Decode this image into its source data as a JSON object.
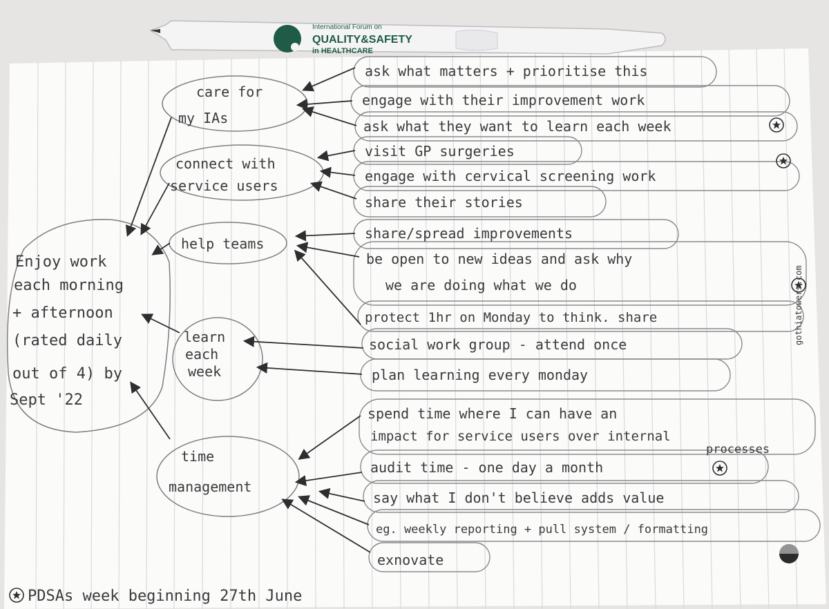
{
  "pen": {
    "brand_line1": "International Forum on",
    "brand_line2": "QUALITY&SAFETY",
    "brand_line3": "in HEALTHCARE"
  },
  "goal": {
    "lines": [
      "Enjoy work",
      "each morning",
      "+ afternoon",
      "(rated daily",
      "out of 4) by",
      "Sept '22"
    ]
  },
  "drivers": {
    "care": [
      "care for",
      "my IAs"
    ],
    "connect": [
      "connect with",
      "service users"
    ],
    "help": [
      "help teams"
    ],
    "learn": [
      "learn",
      "each",
      "week"
    ],
    "time": [
      "time",
      "management"
    ]
  },
  "ideas": [
    "ask what matters + prioritise this",
    "engage with their improvement work",
    "ask what they want to learn each week",
    "visit GP surgeries",
    "engage with cervical screening work",
    "share their stories",
    "share/spread improvements",
    "be open to new ideas and ask why",
    "we are doing what we do",
    "protect 1hr on Monday to think. share",
    "social work group - attend once",
    "plan learning every monday",
    "spend time where I can have an",
    "impact for service users over internal",
    "processes",
    "audit time - one day a month",
    "say what I don't believe adds value",
    "eg. weekly reporting + pull system / formatting",
    "exnovate"
  ],
  "footer_note": "PDSAs week beginning 27th June",
  "margin_text": "gothiatowers.com"
}
